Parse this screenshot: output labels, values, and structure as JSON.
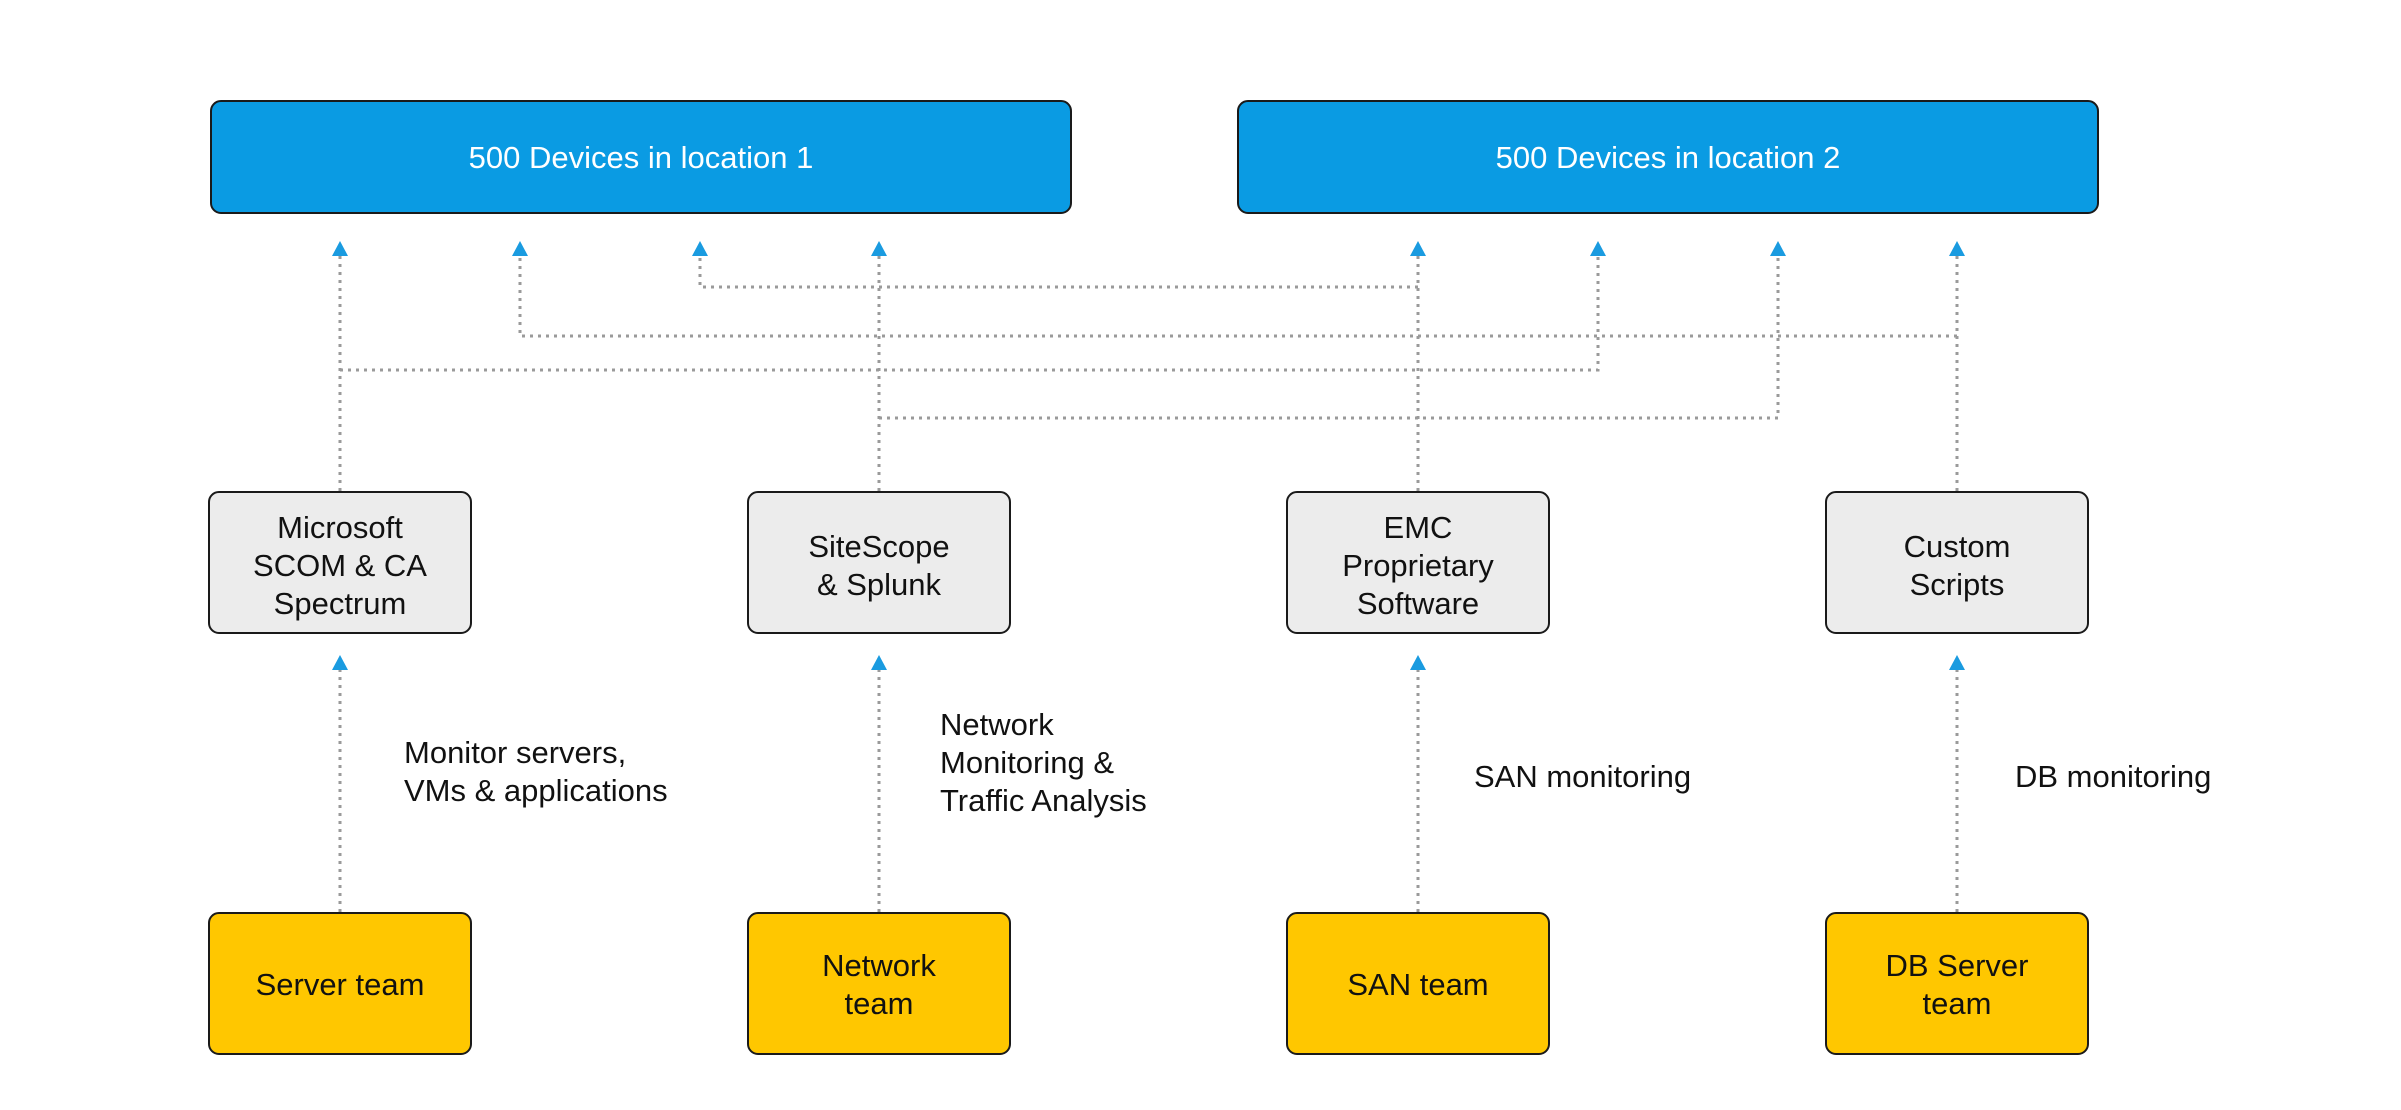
{
  "colors": {
    "location_fill": "#0a9be3",
    "tool_fill": "#ececec",
    "team_fill": "#ffc700",
    "arrow": "#1a9be0",
    "line": "#9a9a9a"
  },
  "locations": [
    {
      "label": "500 Devices in location 1"
    },
    {
      "label": "500 Devices in location 2"
    }
  ],
  "tools": [
    {
      "lines": [
        "Microsoft",
        "SCOM & CA",
        "Spectrum"
      ]
    },
    {
      "lines": [
        "SiteScope",
        "& Splunk"
      ]
    },
    {
      "lines": [
        "EMC",
        "Proprietary",
        "Software"
      ]
    },
    {
      "lines": [
        "Custom",
        "Scripts"
      ]
    }
  ],
  "teams": [
    {
      "lines": [
        "Server team"
      ]
    },
    {
      "lines": [
        "Network",
        "team"
      ]
    },
    {
      "lines": [
        "SAN team"
      ]
    },
    {
      "lines": [
        "DB Server",
        "team"
      ]
    }
  ],
  "descriptions": [
    {
      "lines": [
        "Monitor servers,",
        "VMs & applications"
      ]
    },
    {
      "lines": [
        "Network",
        "Monitoring &",
        "Traffic Analysis"
      ]
    },
    {
      "lines": [
        "SAN monitoring"
      ]
    },
    {
      "lines": [
        "DB monitoring"
      ]
    }
  ]
}
